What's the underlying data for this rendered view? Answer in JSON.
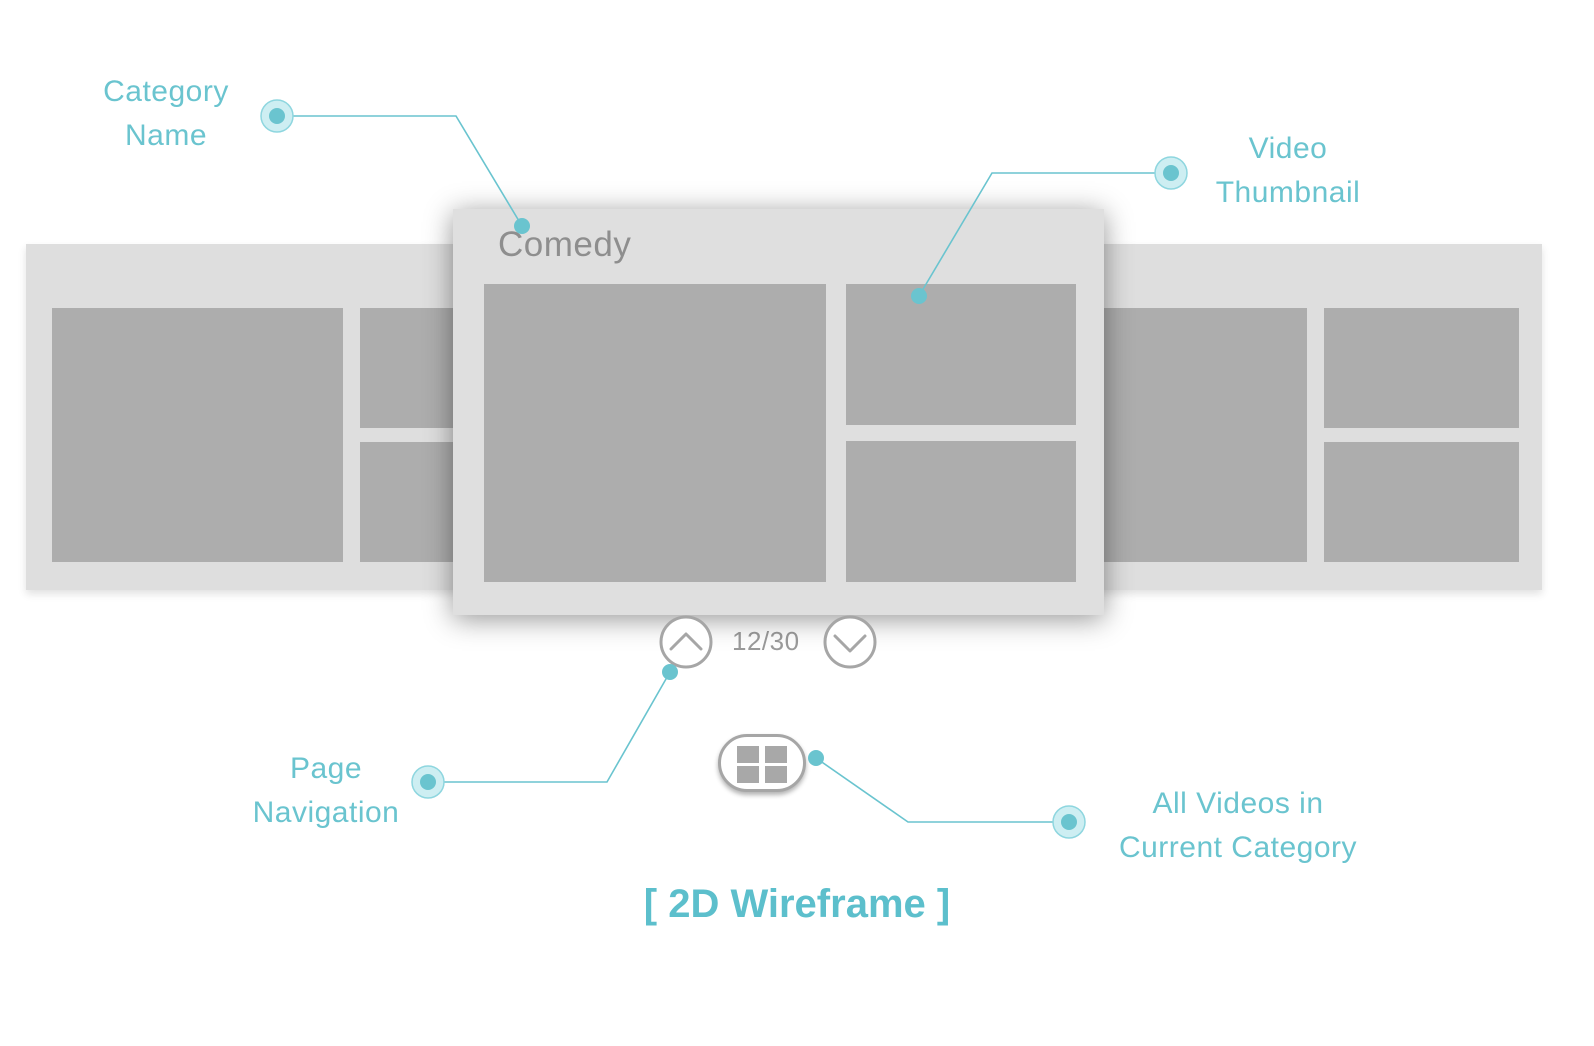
{
  "category": {
    "name": "Comedy"
  },
  "pagination": {
    "counter": "12/30"
  },
  "annotations": {
    "category_name": [
      "Category",
      "Name"
    ],
    "video_thumbnail": [
      "Video",
      "Thumbnail"
    ],
    "page_navigation": [
      "Page",
      "Navigation"
    ],
    "all_videos": [
      "All Videos in",
      "Current Category"
    ]
  },
  "caption": "[ 2D Wireframe ]",
  "colors": {
    "accent": "#6ac4cf",
    "panel": "#dedede",
    "thumbnail": "#adadad",
    "text_gray": "#8e8e8e"
  },
  "icons": {
    "prev": "chevron-up-icon",
    "next": "chevron-down-icon",
    "grid": "grid-icon",
    "callout": "callout-dot-icon"
  }
}
